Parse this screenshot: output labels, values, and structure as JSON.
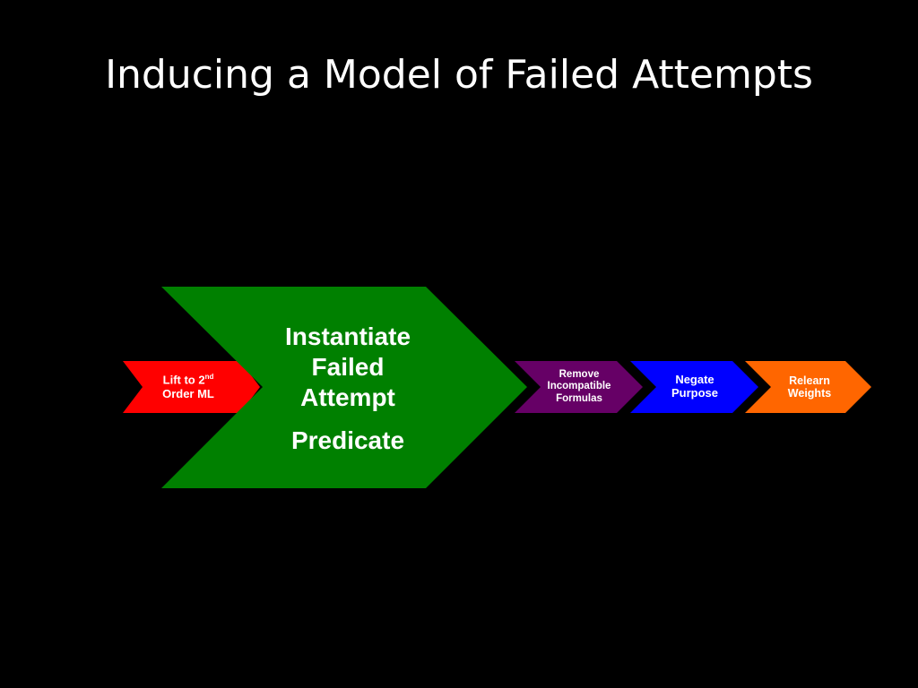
{
  "slide": {
    "title": "Inducing a Model of Failed Attempts"
  },
  "steps": [
    {
      "id": "lift",
      "line1": "Lift to 2",
      "sup": "nd",
      "line2": "Order ML",
      "color": "#ff0000"
    },
    {
      "id": "instantiate",
      "lines": [
        "Instantiate",
        "Failed",
        "Attempt"
      ],
      "sub": "Predicate",
      "color": "#008000"
    },
    {
      "id": "remove",
      "lines": [
        "Remove",
        "Incompatible",
        "Formulas"
      ],
      "color": "#660066"
    },
    {
      "id": "negate",
      "lines": [
        "Negate",
        "Purpose"
      ],
      "color": "#0000ff"
    },
    {
      "id": "relearn",
      "lines": [
        "Relearn",
        "Weights"
      ],
      "color": "#ff6600"
    }
  ]
}
